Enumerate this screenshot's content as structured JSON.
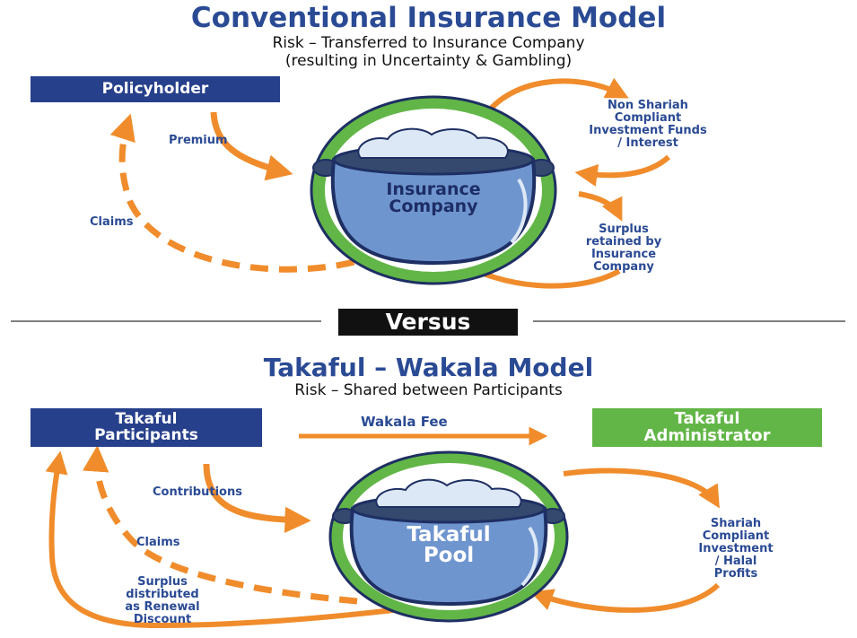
{
  "conventional": {
    "title": "Conventional Insurance Model",
    "subtitle_line1": "Risk – Transferred to Insurance Company",
    "subtitle_line2": "(resulting in Uncertainty & Gambling)",
    "policyholder": "Policyholder",
    "premium": "Premium",
    "claims": "Claims",
    "pot_line1": "Insurance",
    "pot_line2": "Company",
    "investment": [
      "Non Shariah",
      "Compliant",
      "Investment Funds",
      "/ Interest"
    ],
    "surplus": [
      "Surplus",
      "retained by",
      "Insurance",
      "Company"
    ]
  },
  "versus": "Versus",
  "takaful": {
    "title": "Takaful – Wakala Model",
    "subtitle": "Risk – Shared between Participants",
    "participants_line1": "Takaful",
    "participants_line2": "Participants",
    "administrator_line1": "Takaful",
    "administrator_line2": "Administrator",
    "wakala_fee": "Wakala Fee",
    "contributions": "Contributions",
    "claims": "Claims",
    "pot_line1": "Takaful",
    "pot_line2": "Pool",
    "investment": [
      "Shariah",
      "Compliant",
      "Investment",
      "/ Halal",
      "Profits"
    ],
    "surplus": [
      "Surplus",
      "distributed",
      "as Renewal",
      "Discount"
    ]
  },
  "colors": {
    "navy": "#27408b",
    "green": "#62b647",
    "orange": "#f08c2b",
    "pot_blue": "#6f95cf",
    "text_blue": "#2a4a94"
  }
}
